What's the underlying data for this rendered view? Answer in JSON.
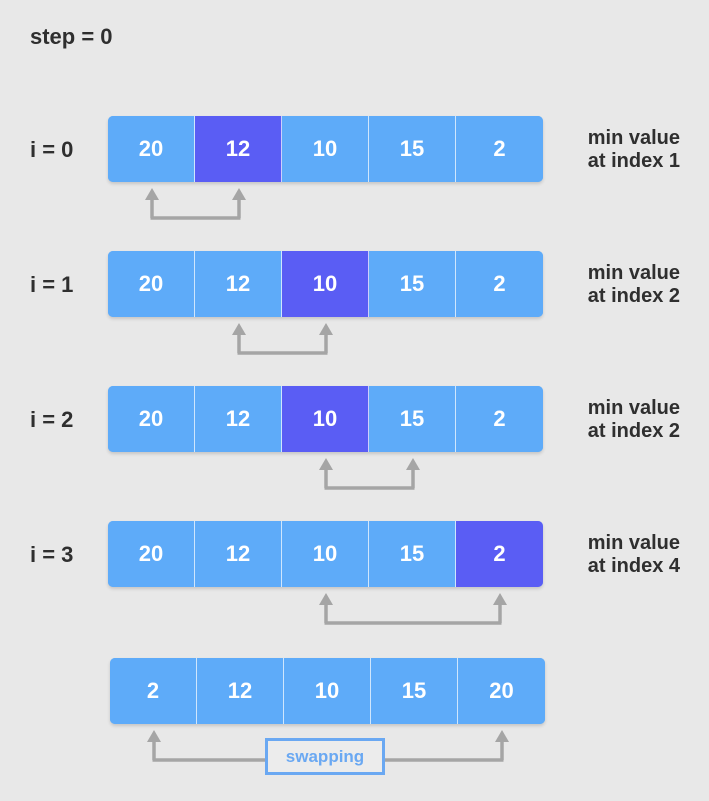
{
  "title": "step = 0",
  "colors": {
    "cell": "#5eabf9",
    "highlight": "#5a5df4",
    "arrow": "#a5a5a5",
    "swap_label": "#6aa8f2",
    "background": "#e8e8e8"
  },
  "rows": [
    {
      "label": "i = 0",
      "values": [
        "20",
        "12",
        "10",
        "15",
        "2"
      ],
      "highlight": 1,
      "note_line1": "min value",
      "note_line2": "at index 1",
      "compare": [
        0,
        1
      ]
    },
    {
      "label": "i = 1",
      "values": [
        "20",
        "12",
        "10",
        "15",
        "2"
      ],
      "highlight": 2,
      "note_line1": "min value",
      "note_line2": "at index 2",
      "compare": [
        1,
        2
      ]
    },
    {
      "label": "i = 2",
      "values": [
        "20",
        "12",
        "10",
        "15",
        "2"
      ],
      "highlight": 2,
      "note_line1": "min value",
      "note_line2": "at index 2",
      "compare": [
        2,
        3
      ]
    },
    {
      "label": "i = 3",
      "values": [
        "20",
        "12",
        "10",
        "15",
        "2"
      ],
      "highlight": 4,
      "note_line1": "min value",
      "note_line2": "at index 4",
      "compare": [
        2,
        4
      ]
    }
  ],
  "result": {
    "values": [
      "2",
      "12",
      "10",
      "15",
      "20"
    ],
    "swap": [
      0,
      4
    ],
    "swap_label": "swapping"
  }
}
